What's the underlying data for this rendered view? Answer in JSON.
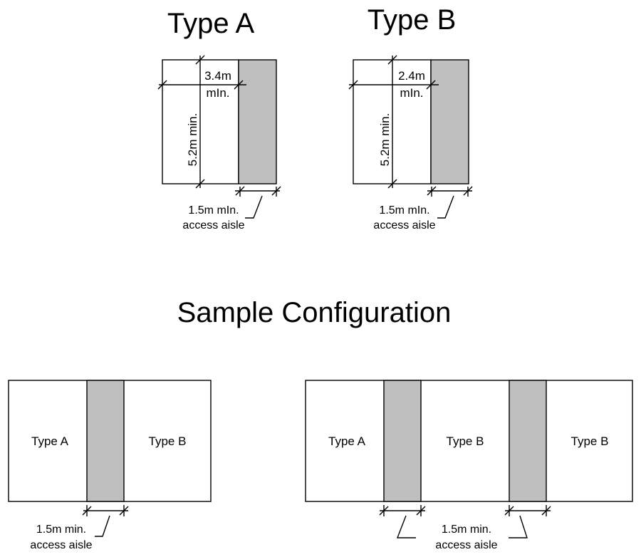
{
  "titles": {
    "type_a": "Type A",
    "type_b": "Type B",
    "sample": "Sample Configuration"
  },
  "type_a": {
    "width_value": "3.4m",
    "width_qual": "mIn.",
    "length_label": "5.2m  min.",
    "aisle_line1": "1.5m  mIn.",
    "aisle_line2": "access aisle"
  },
  "type_b": {
    "width_value": "2.4m",
    "width_qual": "mIn.",
    "length_label": "5.2m  min.",
    "aisle_line1": "1.5m  mIn.",
    "aisle_line2": "access aisle"
  },
  "sample_left": {
    "space_1": "Type A",
    "space_2": "Type B",
    "aisle_line1": "1.5m  min.",
    "aisle_line2": "access aisle"
  },
  "sample_right": {
    "space_1": "Type A",
    "space_2": "Type B",
    "space_3": "Type B",
    "aisle_line1": "1.5m  min.",
    "aisle_line2": "access aisle"
  },
  "colors": {
    "aisle_fill": "#bfbfbf",
    "line": "#000000"
  }
}
